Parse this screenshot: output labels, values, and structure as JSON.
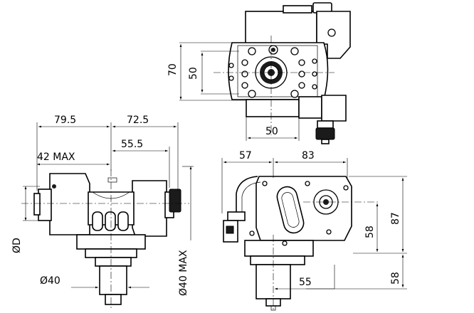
{
  "dimensions": {
    "top_view": {
      "height_outer": "70",
      "height_inner": "50",
      "width_bottom": "50"
    },
    "front_view": {
      "width_left": "79.5",
      "width_right": "72.5",
      "offset": "55.5",
      "max_width": "42 MAX",
      "shank_diameter": "Ø40",
      "tool_diameter": "ØD",
      "max_diameter": "Ø40 MAX"
    },
    "side_view": {
      "width_left": "57",
      "width_right": "83",
      "height_total": "87",
      "height_mid": "58",
      "height_lower": "58",
      "shank_offset": "55"
    }
  }
}
